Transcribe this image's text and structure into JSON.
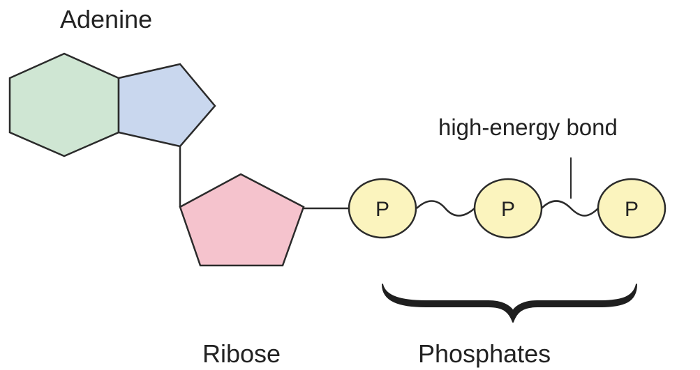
{
  "diagram": {
    "labels": {
      "adenine": "Adenine",
      "ribose": "Ribose",
      "phosphates": "Phosphates",
      "high_energy_bond": "high-energy bond"
    },
    "phosphate_symbol": "P",
    "colors": {
      "hexagon_fill": "#cfe6d3",
      "pentagon_fill": "#c9d7ee",
      "ribose_fill": "#f5c3cd",
      "phosphate_fill": "#fbf4be",
      "stroke": "#2b2b2b",
      "text": "#222222"
    }
  }
}
